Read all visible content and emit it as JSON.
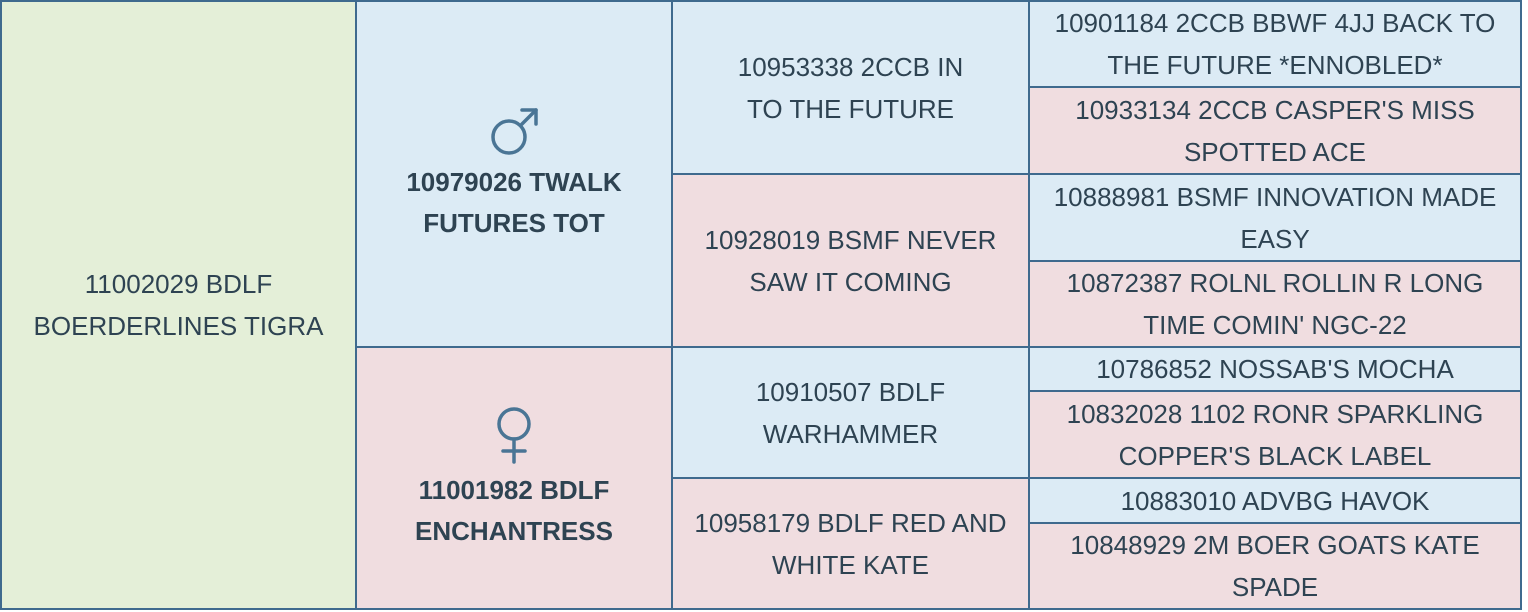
{
  "subject": {
    "name": "11002029 BDLF BOERDERLINES TIGRA"
  },
  "sire": {
    "symbol": "male-symbol-icon",
    "name": "10979026 TWALK FUTURES TOT"
  },
  "dam": {
    "symbol": "female-symbol-icon",
    "name": "11001982 BDLF ENCHANTRESS"
  },
  "grandparents": {
    "sire_sire": "10953338 2CCB IN TO THE FUTURE",
    "sire_dam": "10928019 BSMF NEVER SAW IT COMING",
    "dam_sire": "10910507 BDLF WARHAMMER",
    "dam_dam": "10958179 BDLF RED AND WHITE KATE"
  },
  "great_grandparents": {
    "ss_sire": "10901184 2CCB BBWF 4JJ BACK TO THE FUTURE *ENNOBLED*",
    "ss_dam": "10933134 2CCB CASPER'S MISS SPOTTED ACE",
    "sd_sire": "10888981 BSMF INNOVATION MADE EASY",
    "sd_dam": "10872387 ROLNL ROLLIN R LONG TIME COMIN' NGC-22",
    "ds_sire": "10786852 NOSSAB'S MOCHA",
    "ds_dam": "10832028 1102 RONR SPARKLING COPPER'S BLACK LABEL",
    "dd_sire": "10883010 ADVBG HAVOK",
    "dd_dam": "10848929 2M BOER GOATS KATE SPADE"
  },
  "colors": {
    "subject_bg": "#e4efd8",
    "male_bg": "#dcebf5",
    "female_bg": "#f0dde0",
    "border": "#3f6a8e",
    "symbol": "#4a7595",
    "text": "#2e4352"
  }
}
